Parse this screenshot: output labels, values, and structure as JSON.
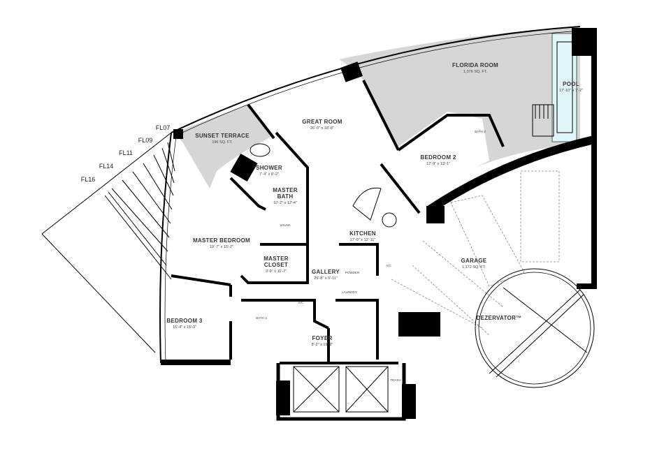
{
  "floor_levels": [
    "FL07",
    "FL09",
    "FL11",
    "FL14",
    "FL16"
  ],
  "rooms": [
    {
      "name": "SUNSET TERRACE",
      "size": "196 SQ. FT."
    },
    {
      "name": "GREAT ROOM",
      "size": "26'-0\" x 18'-8\""
    },
    {
      "name": "FLORIDA ROOM",
      "size": "1,076 SQ. FT."
    },
    {
      "name": "POOL",
      "size": "17'-10\" x 7'-2\""
    },
    {
      "name": "BEDROOM 2",
      "size": "12'-9\" x 13'-1\""
    },
    {
      "name": "SHOWER",
      "size": "7'-4\" x 8'-2\""
    },
    {
      "name": "MASTER BATH",
      "size": "10'-2\" x 12'-4\""
    },
    {
      "name": "MASTER BEDROOM",
      "size": "19'-7\" x 15'-2\""
    },
    {
      "name": "MASTER CLOSET",
      "size": "9'-0\" x 11'-7\""
    },
    {
      "name": "KITCHEN",
      "size": "17'-0\" x 12'-11\""
    },
    {
      "name": "GALLERY",
      "size": "25'-8\" x 5'-11\""
    },
    {
      "name": "GARAGE",
      "size": "1,172 SQ. FT."
    },
    {
      "name": "DEZERVATOR™",
      "size": ""
    },
    {
      "name": "BEDROOM 3",
      "size": "16'-4\" x 15'-3\""
    },
    {
      "name": "FOYER",
      "size": "8'-2\" x 19'-9\""
    }
  ],
  "small_labels": [
    "BATH 2",
    "SAUNA",
    "POWDER",
    "A/C",
    "LAUNDRY",
    "BATH 3",
    "A/C",
    "TRASH"
  ],
  "colors": {
    "outdoor_fill": "#d6d6d6",
    "pool_fill": "#dff5f7",
    "wall": "#000000"
  }
}
